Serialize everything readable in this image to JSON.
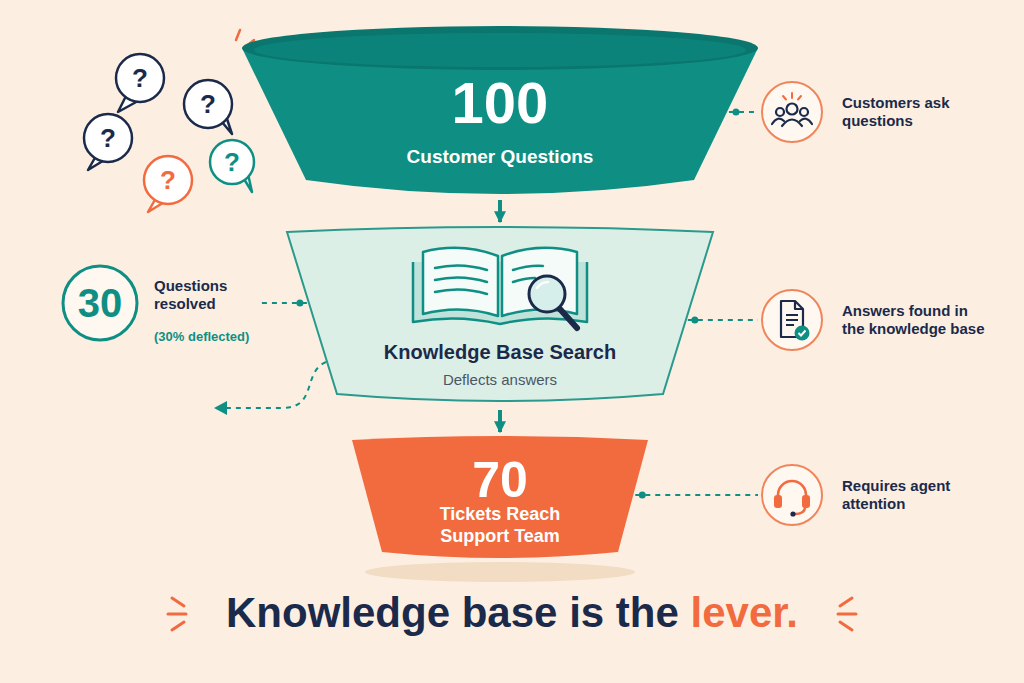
{
  "diagram": {
    "title": "Knowledge base is the lever.",
    "nodes": [
      {
        "text": [
          "100",
          "Customer Questions"
        ]
      },
      {
        "text": [
          "Customers ask questions"
        ]
      },
      {
        "text": [
          "30",
          "Questions resolved",
          "(30% deflected)"
        ]
      },
      {
        "text": [
          "Knowledge Base Search",
          "Deflects answers"
        ]
      },
      {
        "text": [
          "Answers found in the knowledge base"
        ]
      },
      {
        "text": [
          "70",
          "Tickets Reach Support Team"
        ]
      },
      {
        "text": [
          "Requires agent attention"
        ]
      }
    ],
    "edges": [
      {
        "from": 0,
        "to": 3,
        "arrow": "to"
      },
      {
        "from": 3,
        "to": 5,
        "arrow": "to"
      },
      {
        "from": 0,
        "to": 1,
        "arrow": "none"
      },
      {
        "from": 3,
        "to": 2,
        "arrow": "none"
      },
      {
        "from": 3,
        "to": 4,
        "arrow": "none"
      },
      {
        "from": 5,
        "to": 6,
        "arrow": "none"
      }
    ],
    "labels": [
      "?",
      "?",
      "?",
      "?",
      "?"
    ]
  }
}
